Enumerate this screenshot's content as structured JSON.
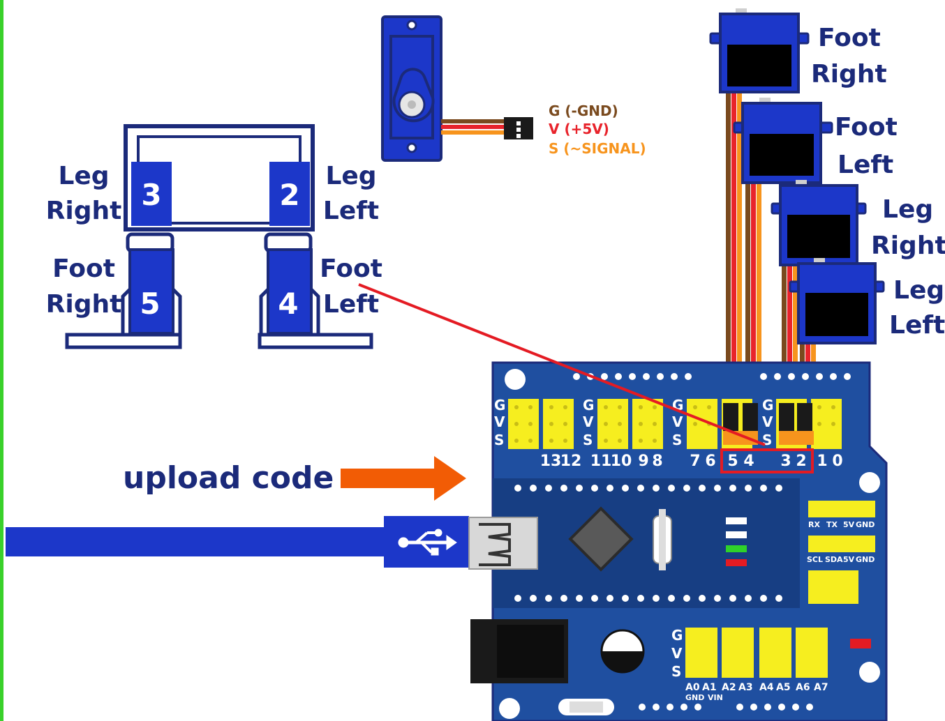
{
  "robot": {
    "leg_right_label": [
      "Leg",
      "Right"
    ],
    "leg_left_label": [
      "Leg",
      "Left"
    ],
    "foot_right_label": [
      "Foot",
      "Right"
    ],
    "foot_left_label": [
      "Foot",
      "Left"
    ],
    "numbers": {
      "leg_right": "3",
      "leg_left": "2",
      "foot_right": "5",
      "foot_left": "4"
    }
  },
  "servo_legend": {
    "gnd": "G (-GND)",
    "vcc": "V (+5V)",
    "signal": "S (~SIGNAL)"
  },
  "stack_servos": [
    {
      "label": [
        "Foot",
        "Right"
      ]
    },
    {
      "label": [
        "Foot",
        "Left"
      ]
    },
    {
      "label": [
        "Leg",
        "Right"
      ]
    },
    {
      "label": [
        "Leg",
        "Left"
      ]
    }
  ],
  "board": {
    "gvs": [
      "G",
      "V",
      "S"
    ],
    "digital_pins": [
      "13",
      "12",
      "11",
      "10",
      "9",
      "8",
      "7",
      "6",
      "5",
      "4",
      "3",
      "2",
      "1",
      "0"
    ],
    "uart_labels": [
      "RX",
      "TX",
      "5V",
      "GND"
    ],
    "i2c_labels": [
      "SCL",
      "SDA",
      "5V",
      "GND"
    ],
    "analog_labels": [
      "A0",
      "A1",
      "A2",
      "A3",
      "A4",
      "A5",
      "A6",
      "A7"
    ],
    "power_labels": [
      "GND",
      "VIN"
    ]
  },
  "upload_text": "upload code",
  "colors": {
    "board": "#1f4fa0",
    "servo": "#1e3ecf",
    "header": "#f6ee1f",
    "wire_gnd": "#7a4a1e",
    "wire_vcc": "#e8232b",
    "wire_sig": "#f7941d",
    "arrow": "#f25c05",
    "highlight": "#e41b23"
  }
}
